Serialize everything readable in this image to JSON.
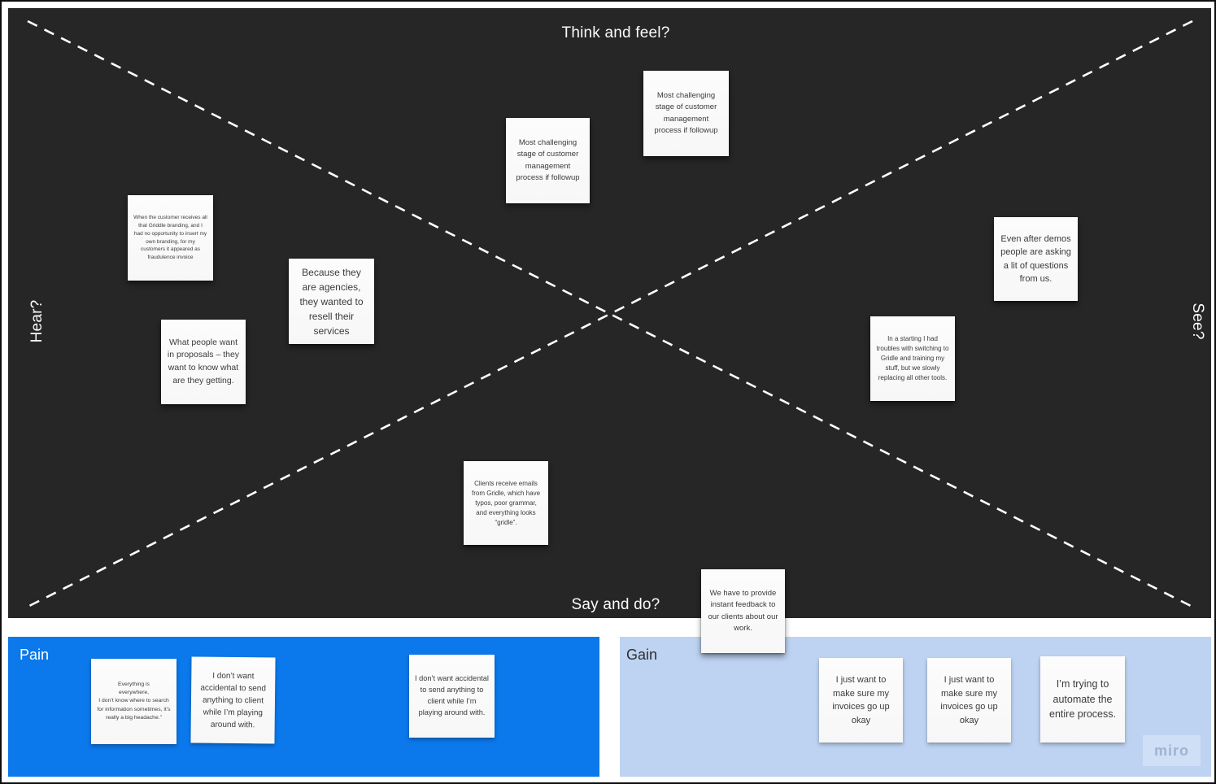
{
  "empathy": {
    "labels": {
      "top": "Think and feel?",
      "left": "Hear?",
      "right": "See?",
      "bottom": "Say and do?"
    },
    "notes": [
      {
        "text": "When the customer receives all that Griddle branding, and I had no opportunity to insert my own branding, for my customers it appeared as fraudulence invoice"
      },
      {
        "text": "Because they are agencies, they wanted to resell their services"
      },
      {
        "text": "What people want in proposals – they want to know what are they getting."
      },
      {
        "text": "Most challenging stage of customer management process if followup"
      },
      {
        "text": "Most challenging stage of customer management process if followup"
      },
      {
        "text": "Even after demos people are asking a lit of questions from us."
      },
      {
        "text": "In a starting I had troubles with switching to Gridle and training my stuff, but we slowly replacing all other tools."
      },
      {
        "text": "Clients receive emails from Gridle, which have typos, poor grammar, and everything looks “gridle”."
      },
      {
        "text": "We have to provide instant feedback to our clients about our work."
      }
    ]
  },
  "pain": {
    "label": "Pain",
    "color": "#0b78eb",
    "notes": [
      {
        "text": "Everything is\neverywhere,\nI don’t know where to search for information sometimes, it’s really a big headache.”"
      },
      {
        "text": "I don’t want accidental to send anything to client while I’m playing around with."
      },
      {
        "text": "I don’t want accidental to send anything to client while I’m playing around with."
      }
    ]
  },
  "gain": {
    "label": "Gain",
    "color": "#bdd3f1",
    "notes": [
      {
        "text": "I just want to make sure my invoices go up okay"
      },
      {
        "text": "I just want to make sure my invoices go up okay"
      },
      {
        "text": "I’m trying to automate the entire process."
      }
    ]
  },
  "watermark": "miro",
  "colors": {
    "board_bg": "#262626",
    "pain_bg": "#0b78eb",
    "gain_bg": "#bdd3f1",
    "note_bg": "#fafafa",
    "dash": "#ffffff"
  }
}
